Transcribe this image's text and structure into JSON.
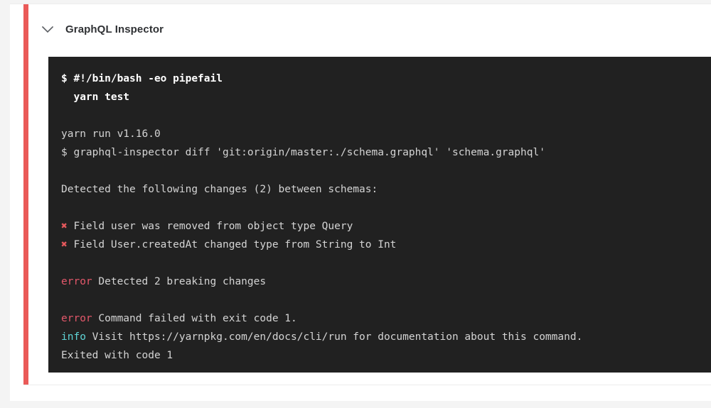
{
  "job": {
    "title": "GraphQL Inspector",
    "toggle_icon": "chevron-down-icon",
    "status_color": "#ea5a58",
    "status": "failed"
  },
  "terminal": {
    "background": "#212121",
    "error_color": "#e4586b",
    "info_color": "#5fd4d6",
    "fail_mark": "✖",
    "lines": [
      {
        "kind": "command",
        "text": "$ #!/bin/bash -eo pipefail"
      },
      {
        "kind": "command",
        "text": "  yarn test"
      },
      {
        "kind": "blank",
        "text": " "
      },
      {
        "kind": "plain",
        "text": "yarn run v1.16.0"
      },
      {
        "kind": "plain",
        "text": "$ graphql-inspector diff 'git:origin/master:./schema.graphql' 'schema.graphql'"
      },
      {
        "kind": "blank",
        "text": " "
      },
      {
        "kind": "plain",
        "text": "Detected the following changes (2) between schemas:"
      },
      {
        "kind": "blank",
        "text": " "
      },
      {
        "kind": "failmark",
        "mark": "✖",
        "text": " Field user was removed from object type Query"
      },
      {
        "kind": "failmark",
        "mark": "✖",
        "text": " Field User.createdAt changed type from String to Int"
      },
      {
        "kind": "blank",
        "text": " "
      },
      {
        "kind": "level",
        "level": "error",
        "label": "error",
        "text": " Detected 2 breaking changes"
      },
      {
        "kind": "blank",
        "text": " "
      },
      {
        "kind": "level",
        "level": "error",
        "label": "error",
        "text": " Command failed with exit code 1."
      },
      {
        "kind": "level",
        "level": "info",
        "label": "info",
        "text": " Visit https://yarnpkg.com/en/docs/cli/run for documentation about this command."
      },
      {
        "kind": "plain",
        "text": "Exited with code 1"
      }
    ]
  }
}
